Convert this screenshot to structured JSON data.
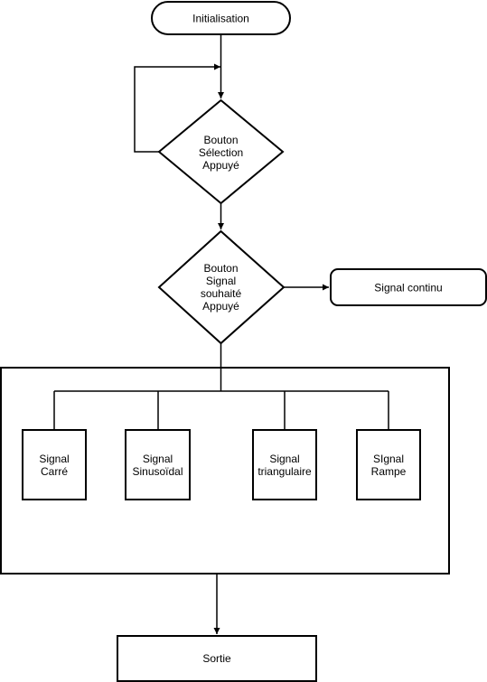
{
  "diagram": {
    "start": {
      "label": "Initialisation"
    },
    "decision_selection": {
      "lines": [
        "Bouton",
        "Sélection",
        "Appuyé"
      ]
    },
    "decision_signal": {
      "lines": [
        "Bouton",
        "Signal",
        "souhaité",
        "Appuyé"
      ]
    },
    "continuous": {
      "label": "Signal continu"
    },
    "signals": [
      {
        "lines": [
          "Signal",
          "Carré"
        ]
      },
      {
        "lines": [
          "Signal",
          "Sinusoïdal"
        ]
      },
      {
        "lines": [
          "Signal",
          "triangulaire"
        ]
      },
      {
        "lines": [
          "SIgnal",
          "Rampe"
        ]
      }
    ],
    "output": {
      "label": "Sortie"
    }
  }
}
